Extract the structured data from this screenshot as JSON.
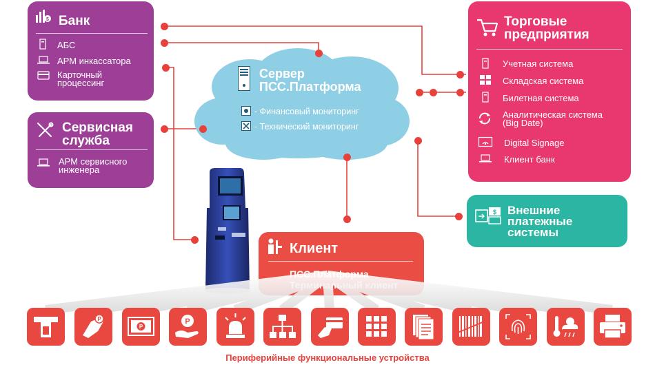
{
  "colors": {
    "bank": "#9d3f97",
    "service": "#9d3f97",
    "trade": "#e9386f",
    "external": "#2bb6a3",
    "client": "#ea4d43",
    "cloud": "#8fcfe6",
    "connector": "#e8413c",
    "peripheral": "#e8483f"
  },
  "bank": {
    "title": "Банк",
    "items": [
      {
        "icon": "server-icon",
        "label": "АБС"
      },
      {
        "icon": "laptop-icon",
        "label": "АРМ инкассатора"
      },
      {
        "icon": "card-icon",
        "label": "Карточный\nпроцессинг"
      }
    ]
  },
  "service": {
    "title": "Сервисная\nслужба",
    "items": [
      {
        "icon": "laptop-icon",
        "label": "АРМ сервисного\nинженера"
      }
    ]
  },
  "server": {
    "title": "Сервер\nПСС.Платформа",
    "items": [
      {
        "icon": "monitor-icon",
        "label": "- Финансовый мониторинг"
      },
      {
        "icon": "tech-monitor-icon",
        "label": "- Технический мониторинг"
      }
    ]
  },
  "trade": {
    "title": "Торговые\nпредприятия",
    "items": [
      {
        "icon": "server-icon",
        "label": "Учетная система"
      },
      {
        "icon": "warehouse-icon",
        "label": "Складская система"
      },
      {
        "icon": "server-icon",
        "label": "Билетная система"
      },
      {
        "icon": "analytics-icon",
        "label": "Аналитическая система\n(Big Date)"
      },
      {
        "icon": "signage-icon",
        "label": "Digital Signage"
      },
      {
        "icon": "laptop-icon",
        "label": "Клиент банк"
      }
    ]
  },
  "external": {
    "title": "Внешние\nплатежные\nсистемы"
  },
  "client": {
    "title": "Клиент",
    "subtitle": "ПСС.Платформа\nТерминальный клиент"
  },
  "peripherals": {
    "caption": "Периферийные функциональные устройства",
    "devices": [
      "cash-dispenser-icon",
      "card-reader-icon",
      "banknote-acceptor-icon",
      "coin-dispenser-icon",
      "alarm-light-icon",
      "network-icon",
      "nfc-card-icon",
      "keypad-icon",
      "document-printer-icon",
      "barcode-scanner-icon",
      "fingerprint-scanner-icon",
      "climate-sensor-icon",
      "printer-icon"
    ]
  }
}
